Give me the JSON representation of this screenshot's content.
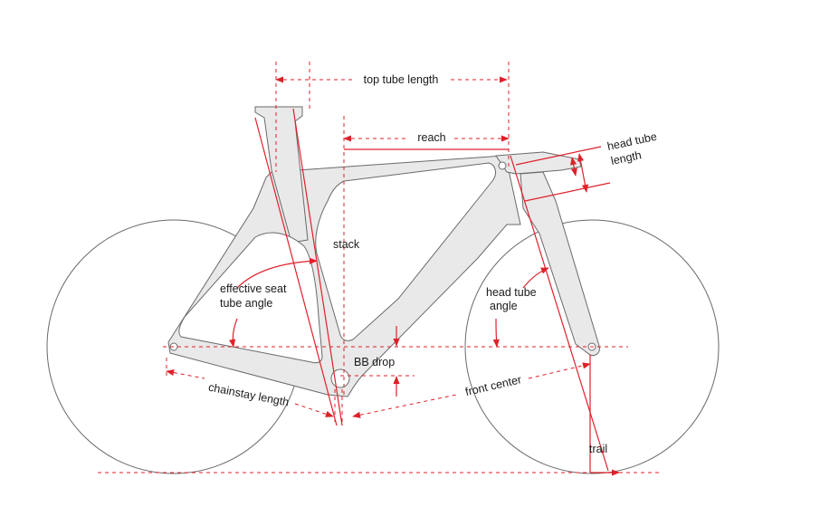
{
  "labels": {
    "top_tube_length": "top tube length",
    "reach": "reach",
    "head_tube_length_line1": "head tube",
    "head_tube_length_line2": "length",
    "stack": "stack",
    "effective_seat_tube_angle_line1": "effective seat",
    "effective_seat_tube_angle_line2": "tube angle",
    "head_tube_angle_line1": "head tube",
    "head_tube_angle_line2": "angle",
    "bb_drop": "BB drop",
    "chainstay_length": "chainstay length",
    "front_center": "front center",
    "trail": "trail"
  },
  "colors": {
    "measurement": "#e0202a",
    "frame_fill": "#e9e9e9",
    "outline": "#6a6a6a",
    "text": "#1a1a1a"
  }
}
